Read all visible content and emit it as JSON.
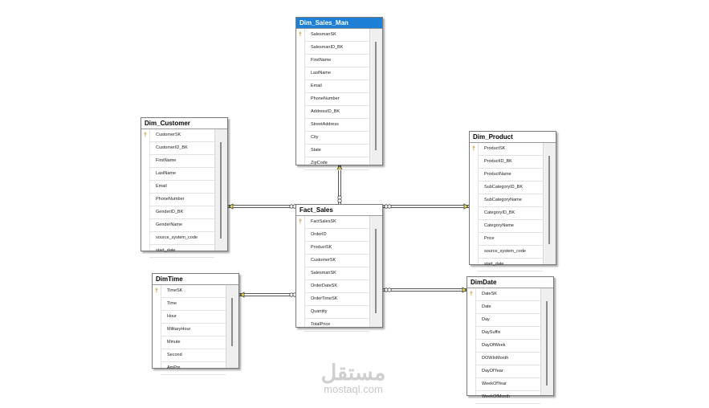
{
  "diagram": {
    "tables": {
      "dim_sales_man": {
        "title": "Dim_Sales_Man",
        "selected": true,
        "columns": [
          {
            "name": "SalesmanSK",
            "key": true
          },
          {
            "name": "SalesmanID_BK",
            "key": false
          },
          {
            "name": "FirstName",
            "key": false
          },
          {
            "name": "LastName",
            "key": false
          },
          {
            "name": "Email",
            "key": false
          },
          {
            "name": "PhoneNumber",
            "key": false
          },
          {
            "name": "AddressID_BK",
            "key": false
          },
          {
            "name": "StreetAddress",
            "key": false
          },
          {
            "name": "City",
            "key": false
          },
          {
            "name": "State",
            "key": false
          },
          {
            "name": "ZipCode",
            "key": false
          }
        ]
      },
      "dim_customer": {
        "title": "Dim_Customer",
        "selected": false,
        "columns": [
          {
            "name": "CustomerSK",
            "key": true
          },
          {
            "name": "CustomerID_BK",
            "key": false
          },
          {
            "name": "FirstName",
            "key": false
          },
          {
            "name": "LastName",
            "key": false
          },
          {
            "name": "Email",
            "key": false
          },
          {
            "name": "PhoneNumber",
            "key": false
          },
          {
            "name": "GenderID_BK",
            "key": false
          },
          {
            "name": "GenderName",
            "key": false
          },
          {
            "name": "source_system_code",
            "key": false
          },
          {
            "name": "start_date",
            "key": false
          }
        ]
      },
      "dim_product": {
        "title": "Dim_Product",
        "selected": false,
        "columns": [
          {
            "name": "ProductSK",
            "key": true
          },
          {
            "name": "ProductID_BK",
            "key": false
          },
          {
            "name": "ProductName",
            "key": false
          },
          {
            "name": "SubCategoryID_BK",
            "key": false
          },
          {
            "name": "SubCategoryName",
            "key": false
          },
          {
            "name": "CategoryID_BK",
            "key": false
          },
          {
            "name": "CategoryName",
            "key": false
          },
          {
            "name": "Price",
            "key": false
          },
          {
            "name": "source_system_code",
            "key": false
          },
          {
            "name": "start_date",
            "key": false
          }
        ]
      },
      "fact_sales": {
        "title": "Fact_Sales",
        "selected": false,
        "columns": [
          {
            "name": "FactSalesSK",
            "key": true
          },
          {
            "name": "OrderID",
            "key": false
          },
          {
            "name": "ProductSK",
            "key": false
          },
          {
            "name": "CustomerSK",
            "key": false
          },
          {
            "name": "SalesmanSK",
            "key": false
          },
          {
            "name": "OrderDateSK",
            "key": false
          },
          {
            "name": "OrderTimeSK",
            "key": false
          },
          {
            "name": "Quantity",
            "key": false
          },
          {
            "name": "TotalPrice",
            "key": false
          }
        ]
      },
      "dim_time": {
        "title": "DimTime",
        "selected": false,
        "columns": [
          {
            "name": "TimeSK",
            "key": true
          },
          {
            "name": "Time",
            "key": false
          },
          {
            "name": "Hour",
            "key": false
          },
          {
            "name": "MilitaryHour",
            "key": false
          },
          {
            "name": "Minute",
            "key": false
          },
          {
            "name": "Second",
            "key": false
          },
          {
            "name": "AmPm",
            "key": false
          }
        ]
      },
      "dim_date": {
        "title": "DimDate",
        "selected": false,
        "columns": [
          {
            "name": "DateSK",
            "key": true
          },
          {
            "name": "Date",
            "key": false
          },
          {
            "name": "Day",
            "key": false
          },
          {
            "name": "DaySuffix",
            "key": false
          },
          {
            "name": "DayOfWeek",
            "key": false
          },
          {
            "name": "DOWInMonth",
            "key": false
          },
          {
            "name": "DayOfYear",
            "key": false
          },
          {
            "name": "WeekOfYear",
            "key": false
          },
          {
            "name": "WeekOfMonth",
            "key": false
          }
        ]
      }
    }
  },
  "watermark": {
    "logo": "مستقل",
    "site": "mostaql.com"
  },
  "colors": {
    "selected_header": "#1e7fd6",
    "key_icon": "#b8860b",
    "relationship_line": "#555555",
    "endpoint_fill": "#f4e04d"
  }
}
